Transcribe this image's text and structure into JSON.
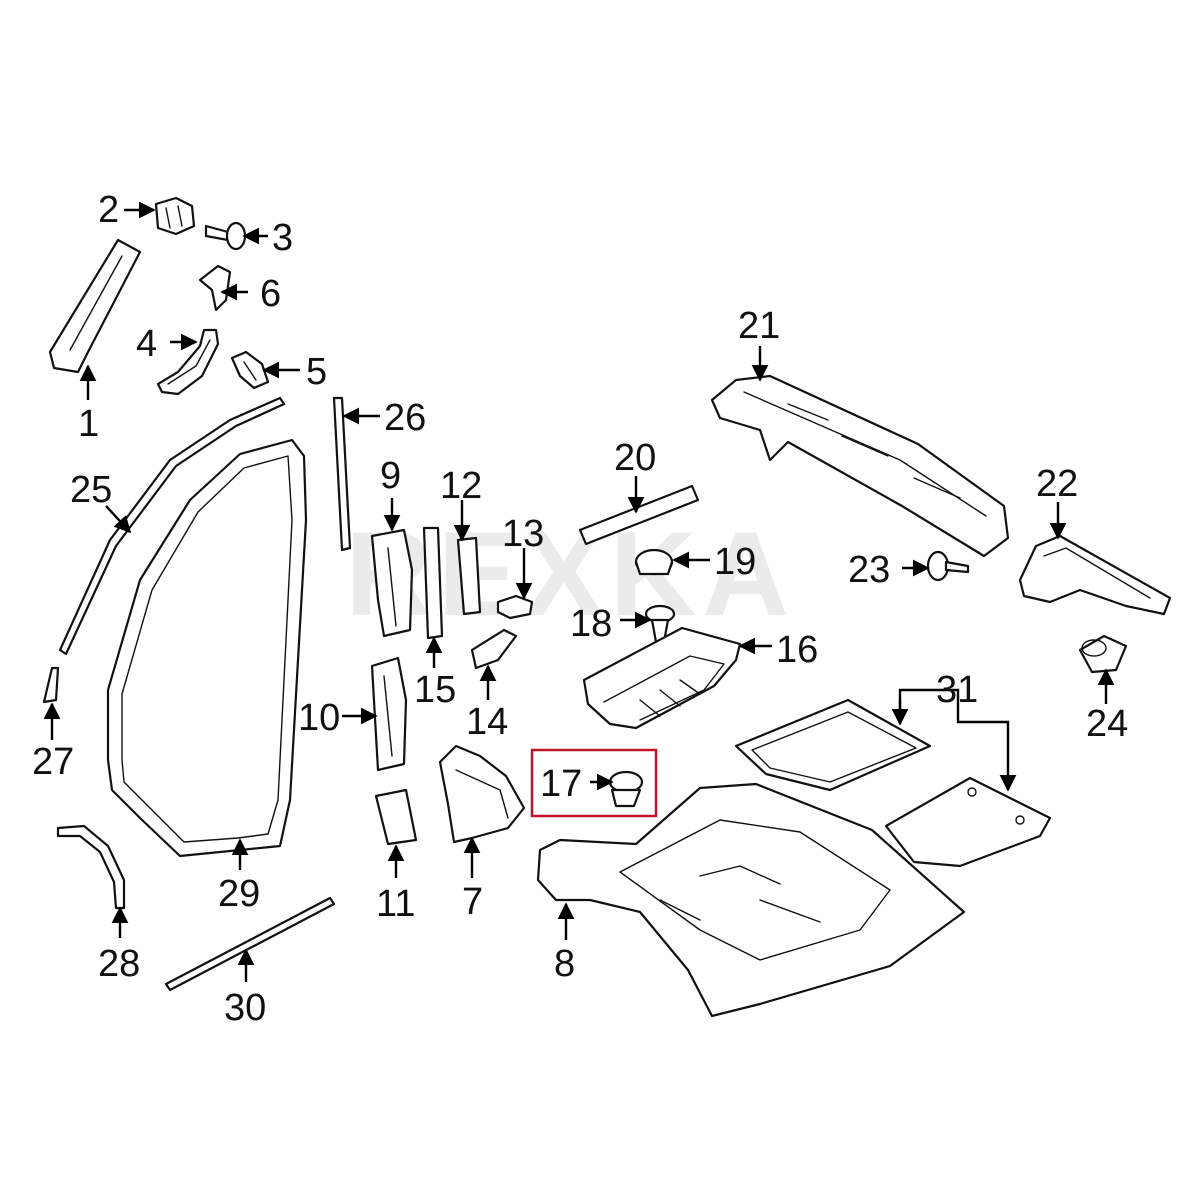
{
  "watermark": "REXKA",
  "highlight_color": "#c0142c",
  "callouts": [
    {
      "id": "1",
      "label": "1"
    },
    {
      "id": "2",
      "label": "2"
    },
    {
      "id": "3",
      "label": "3"
    },
    {
      "id": "4",
      "label": "4"
    },
    {
      "id": "5",
      "label": "5"
    },
    {
      "id": "6",
      "label": "6"
    },
    {
      "id": "7",
      "label": "7"
    },
    {
      "id": "8",
      "label": "8"
    },
    {
      "id": "9",
      "label": "9"
    },
    {
      "id": "10",
      "label": "10"
    },
    {
      "id": "11",
      "label": "11"
    },
    {
      "id": "12",
      "label": "12"
    },
    {
      "id": "13",
      "label": "13"
    },
    {
      "id": "14",
      "label": "14"
    },
    {
      "id": "15",
      "label": "15"
    },
    {
      "id": "16",
      "label": "16"
    },
    {
      "id": "17",
      "label": "17"
    },
    {
      "id": "18",
      "label": "18"
    },
    {
      "id": "19",
      "label": "19"
    },
    {
      "id": "20",
      "label": "20"
    },
    {
      "id": "21",
      "label": "21"
    },
    {
      "id": "22",
      "label": "22"
    },
    {
      "id": "23",
      "label": "23"
    },
    {
      "id": "24",
      "label": "24"
    },
    {
      "id": "25",
      "label": "25"
    },
    {
      "id": "26",
      "label": "26"
    },
    {
      "id": "27",
      "label": "27"
    },
    {
      "id": "28",
      "label": "28"
    },
    {
      "id": "29",
      "label": "29"
    },
    {
      "id": "30",
      "label": "30"
    },
    {
      "id": "31",
      "label": "31"
    }
  ],
  "highlighted_part": "17"
}
